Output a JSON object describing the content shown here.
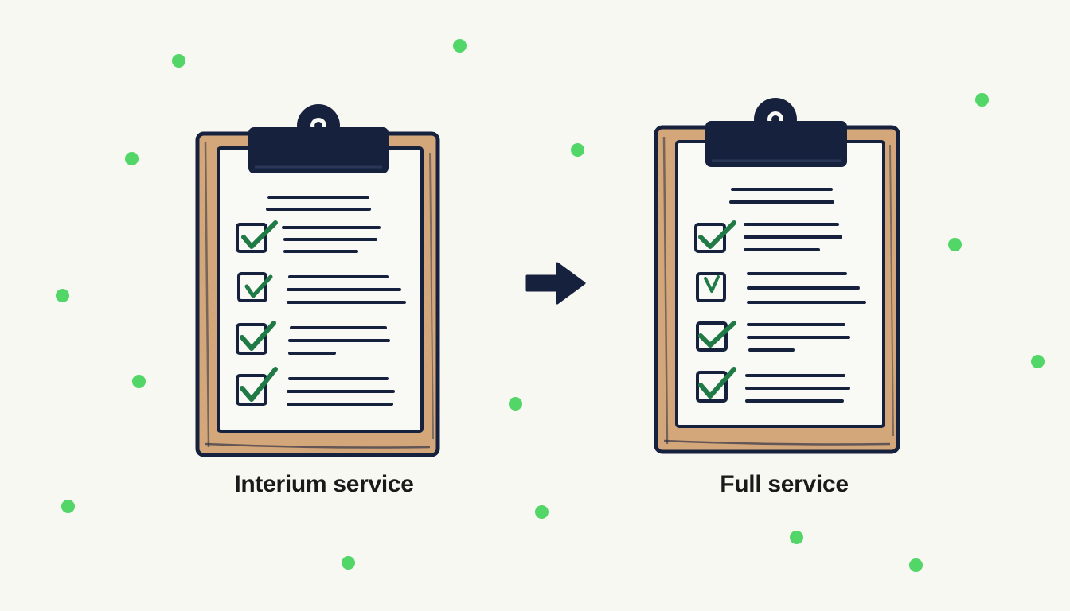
{
  "colors": {
    "background": "#f8f8f3",
    "dot": "#52d668",
    "navy": "#16213d",
    "board": "#d4a77a",
    "paper": "#f9f9f6",
    "check": "#1f7a45"
  },
  "icons": {
    "left_clipboard": "clipboard-checklist-icon",
    "right_clipboard": "clipboard-checklist-icon",
    "transition": "right-arrow-icon"
  },
  "left": {
    "label": "Interium service",
    "checked_items": 4
  },
  "right": {
    "label": "Full service",
    "checked_items": 4
  }
}
